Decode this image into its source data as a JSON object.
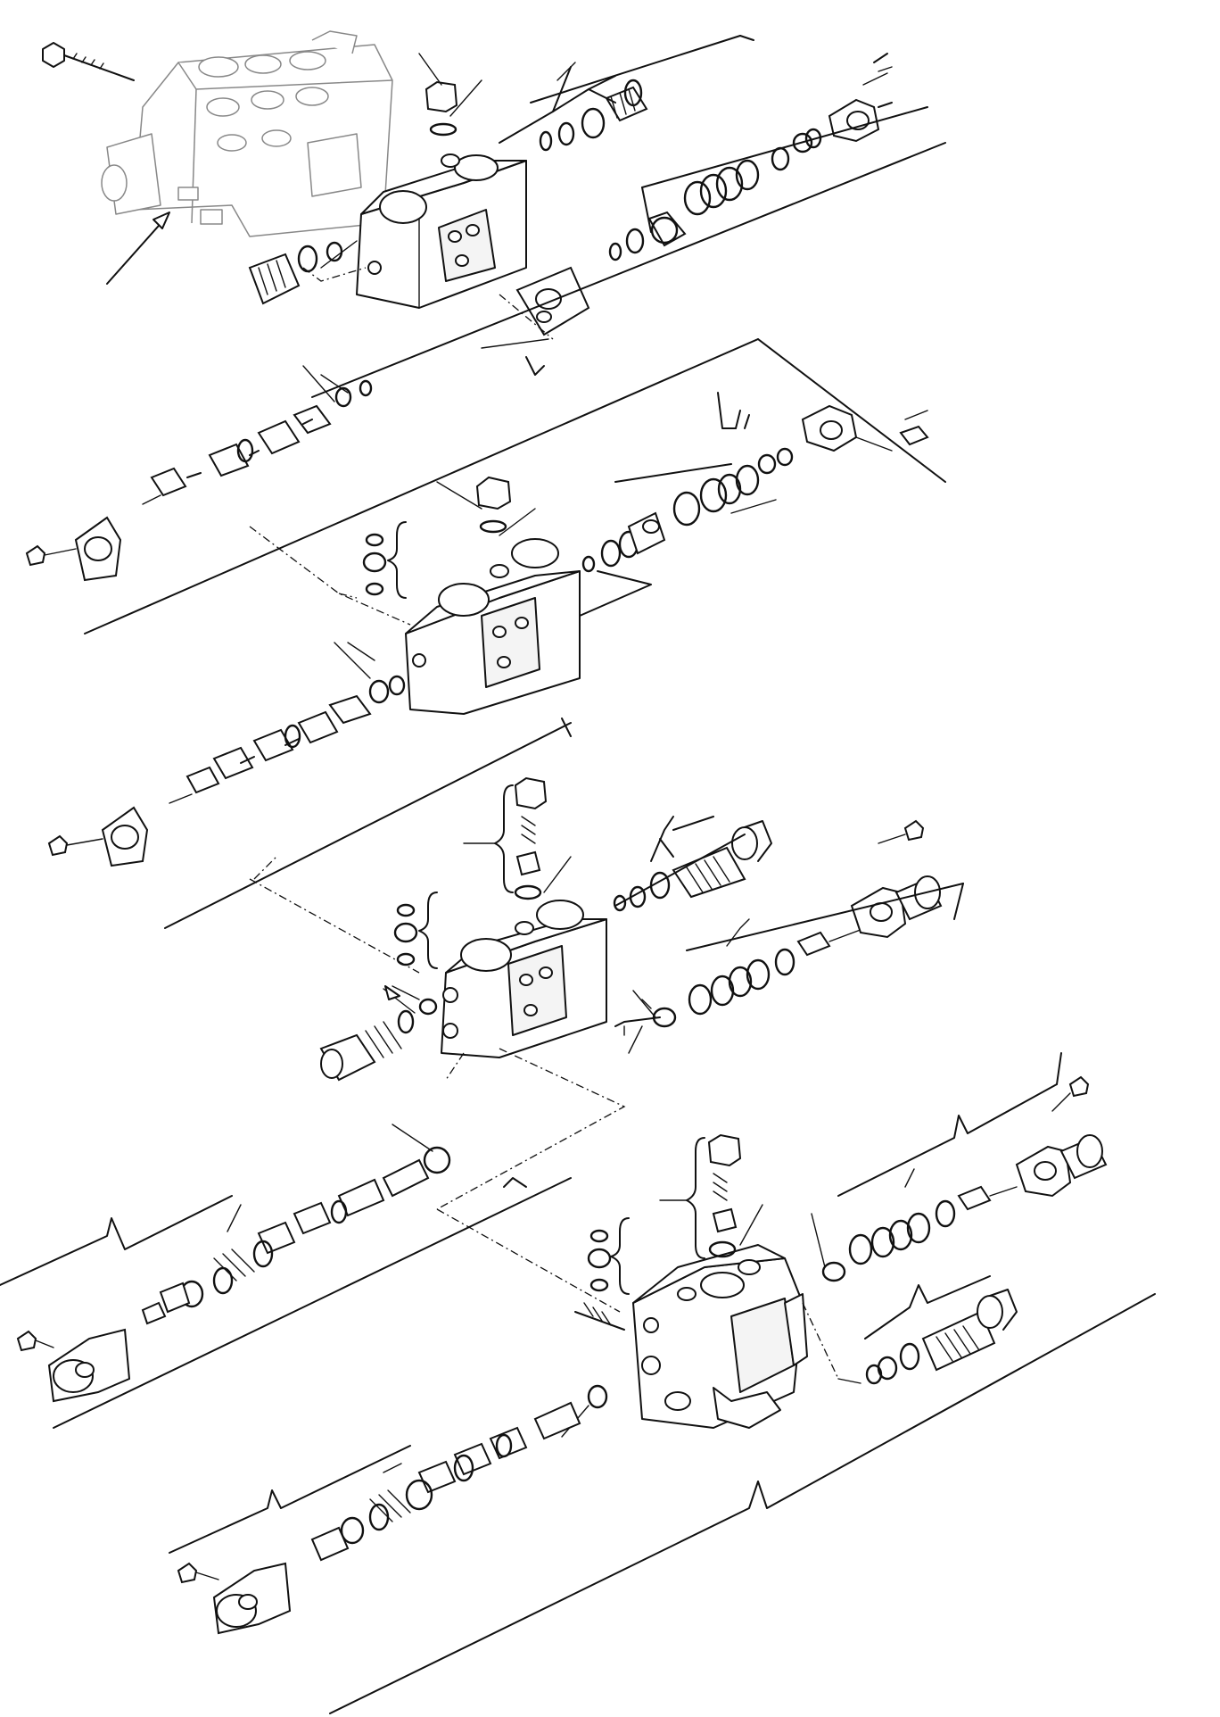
{
  "diagram": {
    "kind": "exploded parts diagram",
    "sections": [
      "valve-section-1",
      "valve-section-2",
      "valve-section-3",
      "valve-section-4"
    ],
    "labels": []
  }
}
